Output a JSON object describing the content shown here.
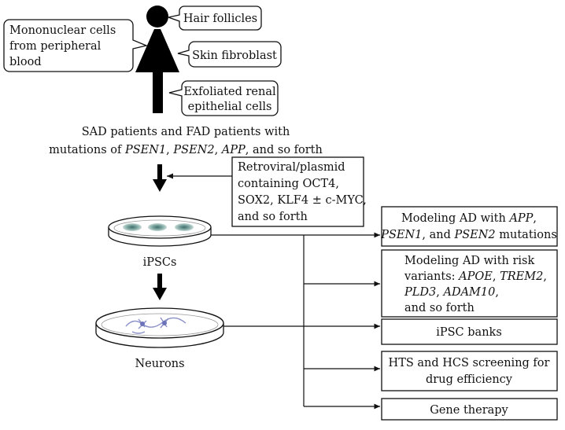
{
  "sources": {
    "hair_follicles": "Hair follicles",
    "mononuclear": [
      "Mononuclear cells",
      "from peripheral",
      "blood"
    ],
    "skin_fibroblast": "Skin fibroblast",
    "renal": [
      "Exfoliated renal",
      "epithelial cells"
    ]
  },
  "patients": {
    "line1": "SAD patients and FAD patients with",
    "line2_prefix": "mutations of ",
    "psen1": "PSEN1",
    "sep1": ", ",
    "psen2": "PSEN2",
    "sep2": ", ",
    "app": "APP",
    "line2_suffix": ", and so forth"
  },
  "reprogramming": [
    "Retroviral/plasmid",
    "containing OCT4,",
    "SOX2, KLF4 ± c-MYC,",
    "and so forth"
  ],
  "ipscs_label": "iPSCs",
  "neurons_label": "Neurons",
  "applications": {
    "modeling_mutations": {
      "line1_prefix": "Modeling AD with ",
      "app": "APP",
      "line1_suffix": ",",
      "psen1": "PSEN1",
      "mid": ", and ",
      "psen2": "PSEN2",
      "line2_suffix": " mutations"
    },
    "modeling_risk": {
      "line1": "Modeling AD with risk",
      "line2_prefix": "variants: ",
      "apoe": "APOE",
      "sep": ", ",
      "trem2": "TREM2",
      "trem2_suffix": ",",
      "pld3": "PLD3",
      "sep2": ", ",
      "adam10": "ADAM10",
      "adam10_suffix": ",",
      "line4": "and so forth"
    },
    "ipsc_banks": "iPSC banks",
    "screening": [
      "HTS and HCS screening for",
      "drug efficiency"
    ],
    "gene_therapy": "Gene therapy"
  }
}
